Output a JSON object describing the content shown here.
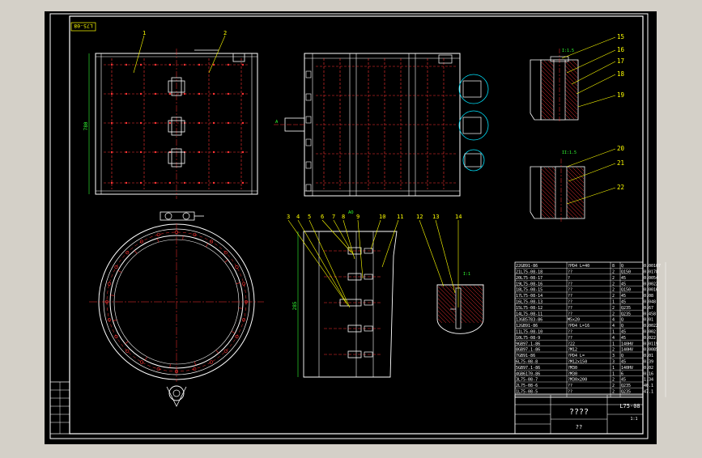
{
  "drawing": {
    "code_top": "L75-08",
    "code": "L75-08",
    "title_name": "????",
    "title_sub": "??",
    "scale": "1:1",
    "dim_left_height": "780",
    "dim_bottom_height": "285",
    "detail_label_1": "I:1.5",
    "detail_label_2": "II:1.5",
    "detail_label_3": "I:1",
    "axis_mark": "A",
    "view_mark": "A",
    "arrow_mark": "AO"
  },
  "balloons": {
    "top_left": [
      "1",
      "2"
    ],
    "right_details": [
      "15",
      "16",
      "17",
      "18",
      "19",
      "20",
      "21",
      "22"
    ],
    "bottom_mid": [
      "3",
      "4",
      "5",
      "6",
      "7",
      "8",
      "9",
      "10",
      "11"
    ],
    "bottom_right": [
      "12",
      "13",
      "14"
    ]
  },
  "bom": {
    "rows": [
      {
        "code": "22GB91-86",
        "name": "?PD4 L=40",
        "qty": "8",
        "mat": "Q",
        "wt": "0.00107"
      },
      {
        "code": "21L75-08-18",
        "name": "??",
        "qty": "2",
        "mat": "Q150",
        "wt": "0.0178"
      },
      {
        "code": "20L75-08-17",
        "name": "?",
        "qty": "2",
        "mat": "45",
        "wt": "0.0054"
      },
      {
        "code": "19L75-08-16",
        "name": "??",
        "qty": "2",
        "mat": "45",
        "wt": "0.0022"
      },
      {
        "code": "18L75-08-15",
        "name": "??",
        "qty": "2",
        "mat": "Q150",
        "wt": "0.0016"
      },
      {
        "code": "17L75-08-14",
        "name": "??",
        "qty": "2",
        "mat": "45",
        "wt": "0.08"
      },
      {
        "code": "16L75-08-13",
        "name": "??",
        "qty": "1",
        "mat": "45",
        "wt": "0.048"
      },
      {
        "code": "15L75-08-12",
        "name": "??",
        "qty": "2",
        "mat": "Q235",
        "wt": "0.67"
      },
      {
        "code": "14L75-08-11",
        "name": "??",
        "qty": "2",
        "mat": "Q235",
        "wt": "0.458"
      },
      {
        "code": "13GB5783-86",
        "name": "M5x20",
        "qty": "4",
        "mat": "Q",
        "wt": "0.01"
      },
      {
        "code": "12GB91-86",
        "name": "?PD4 L=16",
        "qty": "4",
        "mat": "Q",
        "wt": "0.0022"
      },
      {
        "code": "11L75-08-10",
        "name": "??",
        "qty": "1",
        "mat": "45",
        "wt": "0.002"
      },
      {
        "code": "10L75-08-9",
        "name": "??",
        "qty": "4",
        "mat": "45",
        "wt": "0.022"
      },
      {
        "code": "9GB97.1-86",
        "name": "?22",
        "qty": "1",
        "mat": "140HV",
        "wt": "0.0119"
      },
      {
        "code": "8GB97.1-86",
        "name": "?M12",
        "qty": "2",
        "mat": "140HV",
        "wt": "0.0085"
      },
      {
        "code": "7GB91-86",
        "name": "?PD4 L=",
        "qty": "3",
        "mat": "Q",
        "wt": "0.01"
      },
      {
        "code": "6L75-08-8",
        "name": "?M12x150",
        "qty": "3",
        "mat": "45",
        "wt": "0.39"
      },
      {
        "code": "5GB97.1-86",
        "name": "?M30",
        "qty": "1",
        "mat": "140HV",
        "wt": "0.02"
      },
      {
        "code": "4GB6170-86",
        "name": "?M30",
        "qty": "1",
        "mat": "6",
        "wt": "0.16"
      },
      {
        "code": "3L75-08-7",
        "name": "?M30x200",
        "qty": "2",
        "mat": "45",
        "wt": "1.34"
      },
      {
        "code": "2L75-08-6",
        "name": "??",
        "qty": "2",
        "mat": "Q235",
        "wt": "40.1"
      },
      {
        "code": "1L75-08-5",
        "name": "??",
        "qty": "2",
        "mat": "Q235",
        "wt": "47.1"
      }
    ]
  },
  "colors": {
    "canvas": "#000000",
    "window": "#d4d0c8",
    "frame": "#ffffff",
    "outline": "#ffffff",
    "hidden": "#ff3333",
    "center": "#ff3333",
    "dim": "#33ff33",
    "balloon": "#ffff00",
    "cyan": "#00e5ff",
    "magenta": "#ff33ff",
    "blue": "#3366ff"
  }
}
